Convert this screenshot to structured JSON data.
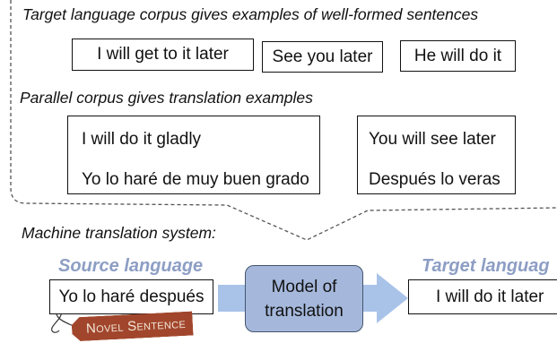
{
  "target_corpus": {
    "caption": "Target language corpus gives examples of well-formed sentences",
    "sentences": [
      "I will get to it later",
      "See you later",
      "He will do it"
    ]
  },
  "parallel_corpus": {
    "caption": "Parallel corpus gives translation examples",
    "pairs": [
      {
        "source": "I will do it gladly",
        "translation": "Yo lo haré de muy buen grado"
      },
      {
        "source": "You will see later",
        "translation": "Después lo veras"
      }
    ]
  },
  "system": {
    "caption": "Machine translation system:",
    "source_label": "Source language",
    "target_label": "Target languag",
    "source_sentence": "Yo lo haré después",
    "model_label": "Model of translation",
    "target_sentence": "I will do it later",
    "novel_tag": "Novel Sentence"
  },
  "colors": {
    "language_label": "#8d9ec4",
    "model_fill": "#a5b8dc",
    "model_border": "#45556f",
    "arrow": "#a9c3e8",
    "tag": "#a1462c",
    "tag_text": "#f3e6d8",
    "outline": "#555555"
  }
}
